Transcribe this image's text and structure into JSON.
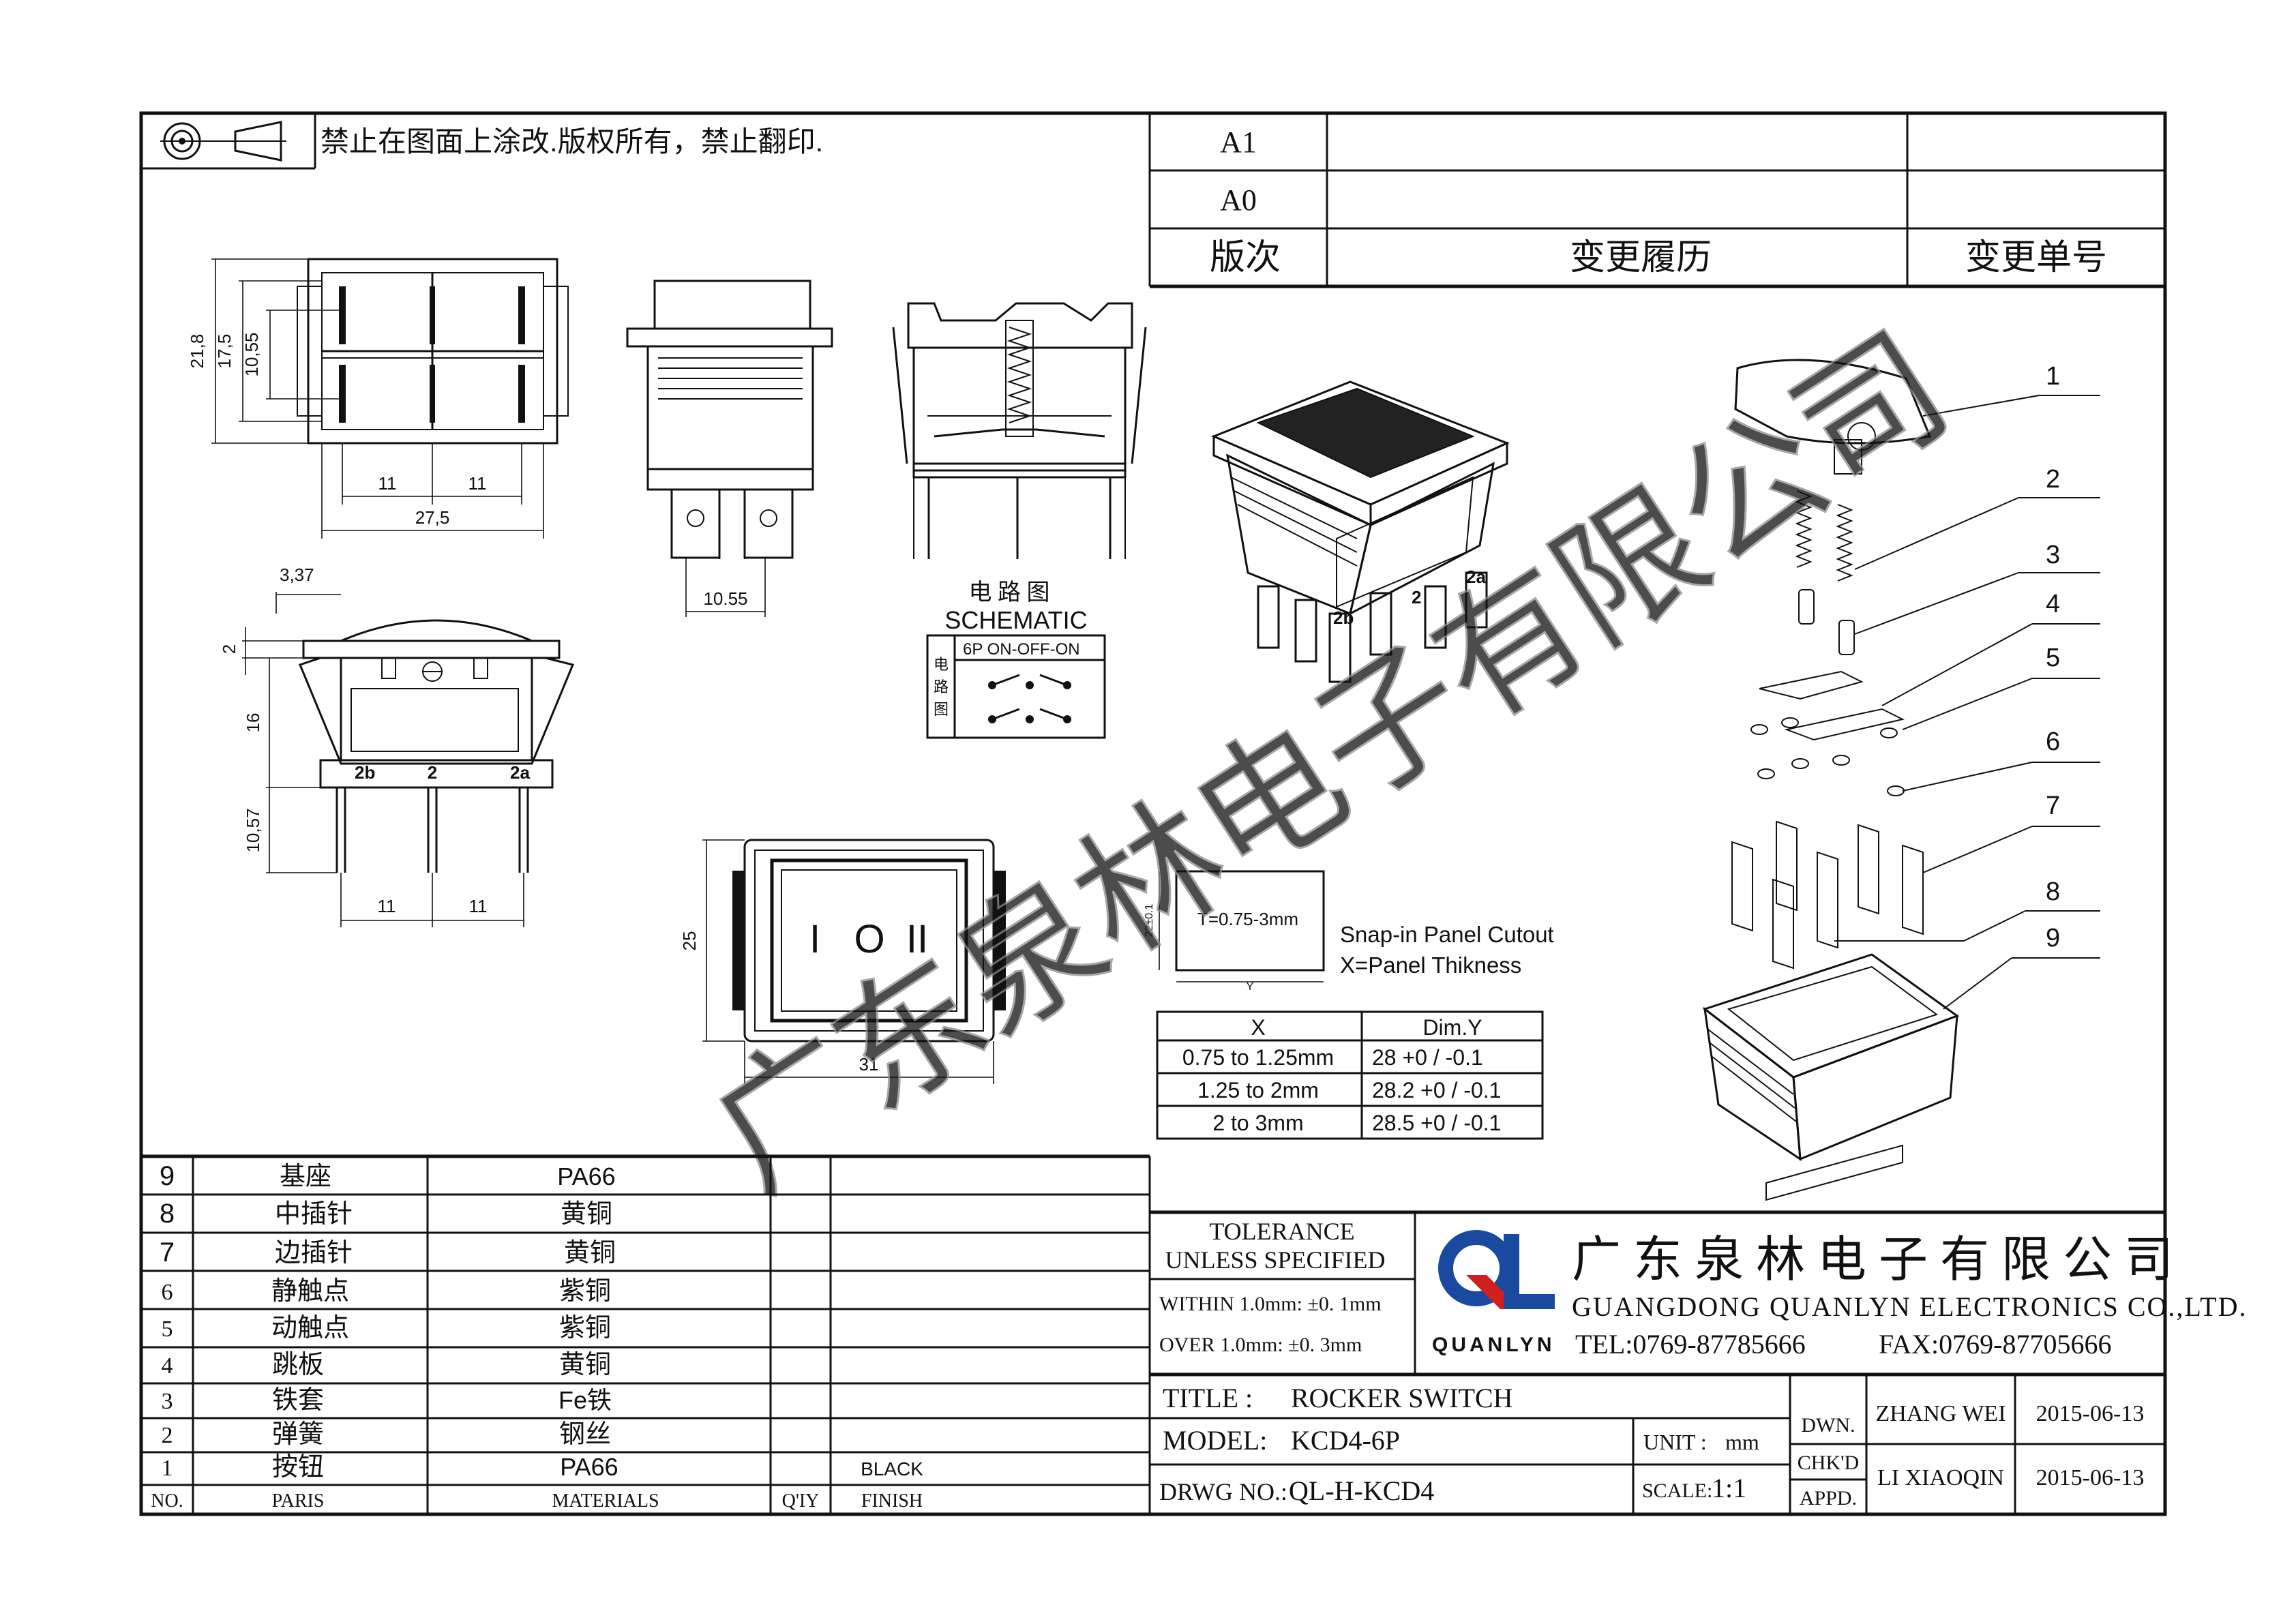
{
  "header": {
    "notice": "禁止在图面上涂改.版权所有，禁止翻印."
  },
  "revision": {
    "rows": [
      "A1",
      "A0"
    ],
    "col_labels": [
      "版次",
      "变更履历",
      "变更单号"
    ]
  },
  "dimensions": {
    "top_view": [
      "21,8",
      "17,5",
      "10,55",
      "11",
      "11",
      "27,5"
    ],
    "front_view": [
      "10.55"
    ],
    "side_view": [
      "3,37",
      "2",
      "16",
      "10,57",
      "11",
      "11"
    ],
    "panel": [
      "25",
      "31"
    ],
    "cutout": [
      "22±0.1",
      "Y"
    ]
  },
  "terminals": [
    "2b",
    "2",
    "2a"
  ],
  "schematic": {
    "cn_title": "电 路 图",
    "en_title": "SCHEMATIC",
    "cn_vertical": [
      "电",
      "路",
      "图"
    ],
    "type": "6P  ON-OFF-ON"
  },
  "rocker_symbols": [
    "I",
    "O",
    "II"
  ],
  "cutout": {
    "thickness": "T=0.75-3mm",
    "caption_1": "Snap-in Panel Cutout",
    "caption_2": "X=Panel Thikness",
    "headers": [
      "X",
      "Dim.Y"
    ],
    "rows": [
      [
        "0.75 to 1.25mm",
        "28 +0 / -0.1"
      ],
      [
        "1.25 to 2mm",
        "28.2 +0 / -0.1"
      ],
      [
        "2 to 3mm",
        "28.5 +0 / -0.1"
      ]
    ]
  },
  "exploded_parts": [
    "1",
    "2",
    "3",
    "4",
    "5",
    "6",
    "7",
    "8",
    "9"
  ],
  "watermark": "广东泉林电子有限公司",
  "bom": {
    "rows": [
      {
        "no": "9",
        "part": "基座",
        "material": "PA66",
        "qty": "",
        "finish": ""
      },
      {
        "no": "8",
        "part": "中插针",
        "material": "黄铜",
        "qty": "",
        "finish": ""
      },
      {
        "no": "7",
        "part": "边插针",
        "material": "黄铜",
        "qty": "",
        "finish": ""
      },
      {
        "no": "6",
        "part": "静触点",
        "material": "紫铜",
        "qty": "",
        "finish": ""
      },
      {
        "no": "5",
        "part": "动触点",
        "material": "紫铜",
        "qty": "",
        "finish": ""
      },
      {
        "no": "4",
        "part": "跳板",
        "material": "黄铜",
        "qty": "",
        "finish": ""
      },
      {
        "no": "3",
        "part": "铁套",
        "material": "Fe铁",
        "qty": "",
        "finish": ""
      },
      {
        "no": "2",
        "part": "弹簧",
        "material": "钢丝",
        "qty": "",
        "finish": ""
      },
      {
        "no": "1",
        "part": "按钮",
        "material": "PA66",
        "qty": "",
        "finish": "BLACK"
      }
    ],
    "header": {
      "no": "NO.",
      "part": "PARIS",
      "material": "MATERIALS",
      "qty": "Q'IY",
      "finish": "FINISH"
    }
  },
  "tolerance": {
    "line1": "TOLERANCE",
    "line2": "UNLESS SPECIFIED",
    "within": "WITHIN 1.0mm: ±0. 1mm",
    "over": "OVER 1.0mm:   ±0. 3mm"
  },
  "company": {
    "name_cn": "广 东 泉 林 电 子 有 限 公 司",
    "name_en": "GUANGDONG QUANLYN ELECTRONICS CO.,LTD.",
    "tel": "TEL:0769-87785666",
    "fax": "FAX:0769-87705666",
    "logo_text": "QUANLYN",
    "logo_letters": "QL",
    "brand_blue": "#1a4aa0",
    "brand_red": "#d0201e"
  },
  "title_block": {
    "title_label": "TITLE :",
    "title": "ROCKER SWITCH",
    "model_label": "MODEL:",
    "model": "KCD4-6P",
    "drwg_label": "DRWG NO.:",
    "drwg": "QL-H-KCD4",
    "unit_label": "UNIT :",
    "unit": "mm",
    "scale_label": "SCALE:",
    "scale": "1:1",
    "dwn_label": "DWN.",
    "chkd_label": "CHK'D",
    "appd_label": "APPD.",
    "drawn_by": "ZHANG WEI",
    "drawn_date": "2015-06-13",
    "checked_by": "LI XIAOQIN",
    "checked_date": "2015-06-13"
  }
}
